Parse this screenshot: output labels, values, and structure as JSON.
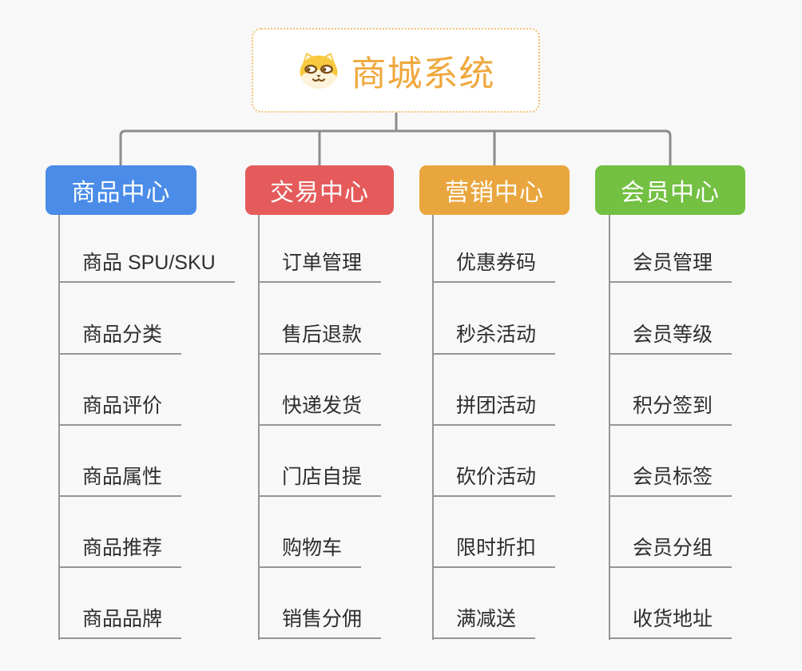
{
  "canvas": {
    "background_color": "#f8f8f8",
    "connector_color": "#8c8c8c",
    "underline_color": "#969696"
  },
  "root": {
    "title": "商城系统",
    "icon": "shiba-dog-icon",
    "text_color": "#efa83e",
    "border_color": "#f1c271"
  },
  "branches": [
    {
      "label": "商品中心",
      "color": "#4a8ce8",
      "items": [
        "商品 SPU/SKU",
        "商品分类",
        "商品评价",
        "商品属性",
        "商品推荐",
        "商品品牌"
      ]
    },
    {
      "label": "交易中心",
      "color": "#e55b5b",
      "items": [
        "订单管理",
        "售后退款",
        "快递发货",
        "门店自提",
        "购物车",
        "销售分佣"
      ]
    },
    {
      "label": "营销中心",
      "color": "#eaa63e",
      "items": [
        "优惠券码",
        "秒杀活动",
        "拼团活动",
        "砍价活动",
        "限时折扣",
        "满减送"
      ]
    },
    {
      "label": "会员中心",
      "color": "#73c042",
      "items": [
        "会员管理",
        "会员等级",
        "积分签到",
        "会员标签",
        "会员分组",
        "收货地址"
      ]
    }
  ]
}
